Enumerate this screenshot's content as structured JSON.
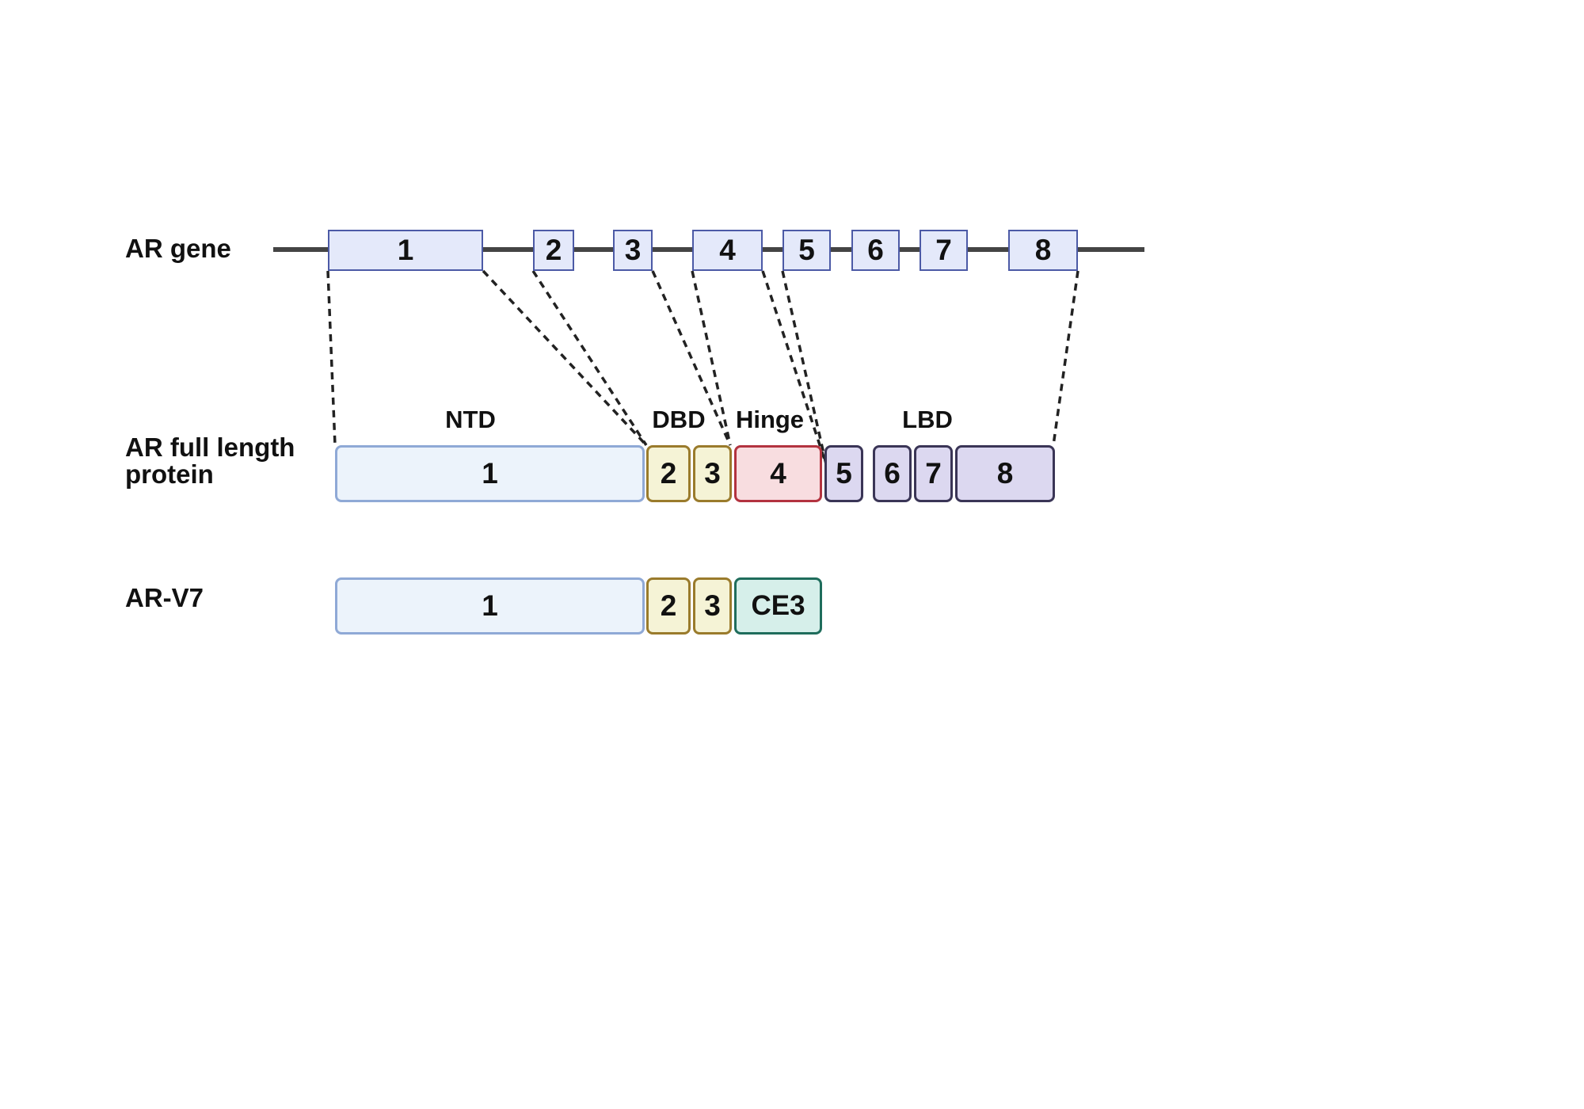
{
  "rows": {
    "gene_label": "AR gene",
    "protein_label_line1": "AR full length",
    "protein_label_line2": "protein",
    "variant_label": "AR-V7"
  },
  "gene_exons": [
    "1",
    "2",
    "3",
    "4",
    "5",
    "6",
    "7",
    "8"
  ],
  "domains": {
    "ntd": "NTD",
    "dbd": "DBD",
    "hinge": "Hinge",
    "lbd": "LBD"
  },
  "protein_segments": [
    "1",
    "2",
    "3",
    "4",
    "5",
    "6",
    "7",
    "8"
  ],
  "variant_segments": [
    "1",
    "2",
    "3",
    "CE3"
  ],
  "colors": {
    "backbone": "#444444",
    "exon_fill": "#e4e9fa",
    "exon_border": "#4c5aa6",
    "ntd_fill": "#ecf3fb",
    "ntd_border": "#8fa9d6",
    "dbd_fill": "#f5f3d6",
    "dbd_border": "#9a7b2c",
    "hinge_fill": "#f8dde0",
    "hinge_border": "#b3333f",
    "lbd_fill": "#dcd8f0",
    "lbd_border": "#3a3556",
    "ce3_fill": "#d6efea",
    "ce3_border": "#1f6d5c"
  }
}
